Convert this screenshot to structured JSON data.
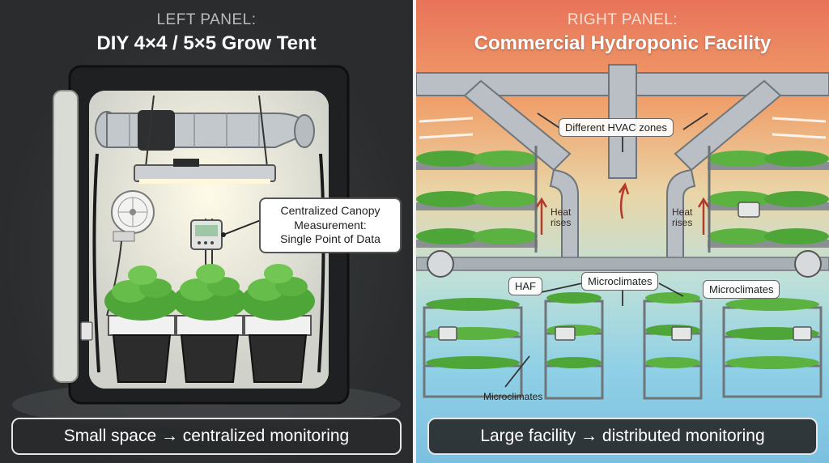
{
  "left": {
    "subtitle": "LEFT PANEL:",
    "title": "DIY 4×4 / 5×5 Grow Tent",
    "callout": {
      "line1": "Centralized Canopy",
      "line2": "Measurement:",
      "line3": "Single Point of Data"
    },
    "caption": "Small space → centralized monitoring"
  },
  "right": {
    "subtitle": "RIGHT PANEL:",
    "title": "Commercial Hydroponic Facility",
    "labels": {
      "hvac": "Different HVAC zones",
      "heat_left_1": "Heat",
      "heat_left_2": "rises",
      "heat_right_1": "Heat",
      "heat_right_2": "rises",
      "haf": "HAF",
      "micro_center": "Microclimates",
      "micro_right": "Microclimates",
      "micro_bottom": "Microclimates"
    },
    "caption": "Large facility → distributed monitoring"
  },
  "colors": {
    "tent_frame": "#1f2021",
    "tent_inner": "#eef0ea",
    "plant_green": "#4fa638",
    "bucket": "#2c2c2c",
    "reservoir": "#f1f1f1",
    "duct": "#9aa0a6",
    "warm": "#e8735a",
    "cool": "#7cc0e0"
  }
}
